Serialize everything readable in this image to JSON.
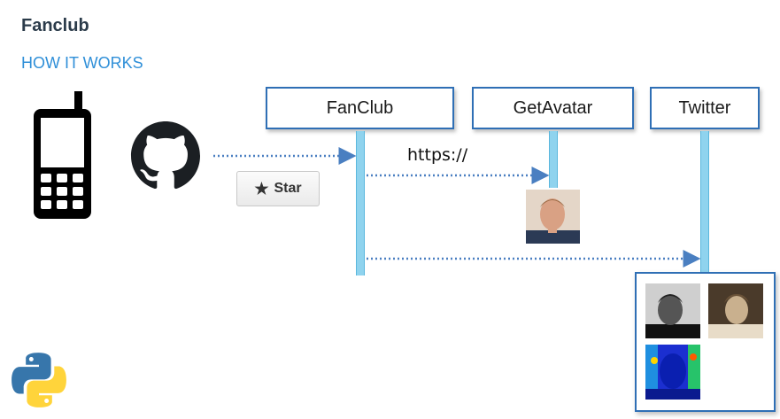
{
  "header": {
    "title": "Fanclub",
    "subtitle": "HOW IT WORKS"
  },
  "icons": {
    "phone": "mobile-phone-icon",
    "github": "github-octocat-icon",
    "python": "python-logo-icon"
  },
  "star_button": {
    "label": "Star",
    "icon": "star-icon"
  },
  "participants": [
    {
      "label": "FanClub"
    },
    {
      "label": "GetAvatar"
    },
    {
      "label": "Twitter"
    }
  ],
  "messages": {
    "getavatar_call": "https://"
  },
  "colors": {
    "title": "#2b3b4a",
    "subtitle": "#2f8fd8",
    "border_blue": "#2f6fb5",
    "lifeline": "#8fd3ee",
    "arrow": "#4a7fc1"
  }
}
